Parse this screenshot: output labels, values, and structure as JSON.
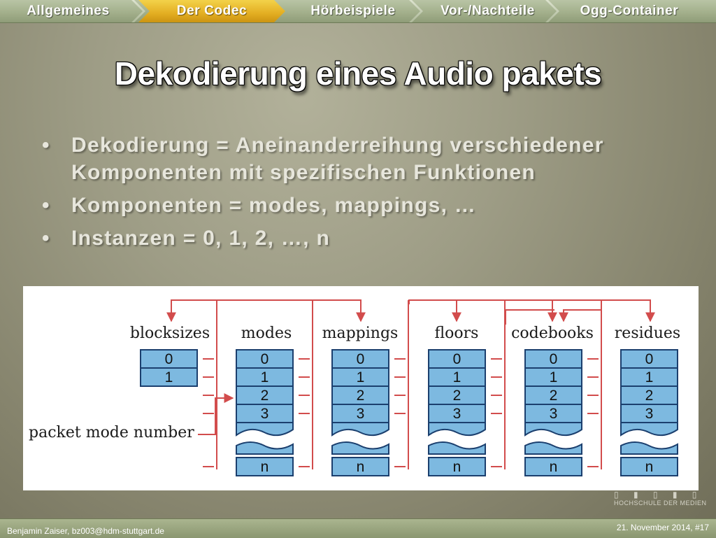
{
  "nav": {
    "tabs": [
      {
        "label": "Allgemeines"
      },
      {
        "label": "Der Codec"
      },
      {
        "label": "Hörbeispiele"
      },
      {
        "label": "Vor-/Nachteile"
      },
      {
        "label": "Ogg-Container"
      }
    ],
    "active_index": 1
  },
  "slide": {
    "title": "Dekodierung eines Audio pakets",
    "bullets": [
      "Dekodierung = Aneinanderreihung verschiedener Komponenten mit spezifischen Funktionen",
      "Komponenten = modes, mappings, …",
      "Instanzen =  0, 1, 2, …, n"
    ]
  },
  "figure": {
    "columns": [
      {
        "label": "blocksizes",
        "cells": [
          "0",
          "1"
        ]
      },
      {
        "label": "modes",
        "cells": [
          "0",
          "1",
          "2",
          "3",
          "n"
        ]
      },
      {
        "label": "mappings",
        "cells": [
          "0",
          "1",
          "2",
          "3",
          "n"
        ]
      },
      {
        "label": "floors",
        "cells": [
          "0",
          "1",
          "2",
          "3",
          "n"
        ]
      },
      {
        "label": "codebooks",
        "cells": [
          "0",
          "1",
          "2",
          "3",
          "n"
        ]
      },
      {
        "label": "residues",
        "cells": [
          "0",
          "1",
          "2",
          "3",
          "n"
        ]
      }
    ],
    "packet_label": "packet mode number",
    "colors": {
      "cell_fill": "#7db9e0",
      "cell_stroke": "#1b3f6e",
      "arrow": "#d24c4c"
    }
  },
  "logo": {
    "text": "HOCHSCHULE DER MEDIEN"
  },
  "footer": {
    "author": "Benjamin Zaiser, bz003@hdm-stuttgart.de",
    "date_slide": "21. November 2014, #17"
  }
}
